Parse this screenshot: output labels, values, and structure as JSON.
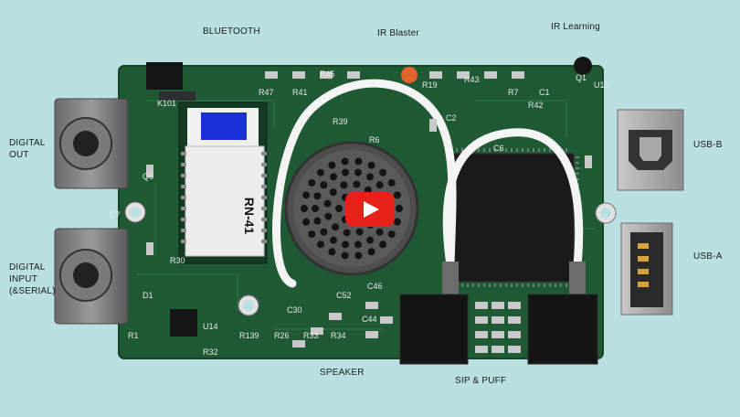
{
  "labels": {
    "bluetooth": "BLUETOOTH",
    "ir_blaster": "IR Blaster",
    "ir_learning": "IR Learning",
    "digital_out": "DIGITAL\nOUT",
    "digital_input": "DIGITAL\nINPUT\n(&SERIAL)",
    "usb_b": "USB-B",
    "usb_a": "USB-A",
    "speaker": "SPEAKER",
    "sip_puff": "SIP & PUFF"
  },
  "board": {
    "module_label": "RN-41",
    "silkscreen": [
      "K101",
      "R47",
      "R41",
      "R45",
      "R39",
      "R19",
      "R43",
      "R42",
      "R7",
      "C1",
      "C2",
      "Q1",
      "U10",
      "R6",
      "C6",
      "R30",
      "D1",
      "U14",
      "R32",
      "R26",
      "R33",
      "R34",
      "C52",
      "C46",
      "C44",
      "R139",
      "C30",
      "R1",
      "Q6",
      "C7"
    ]
  },
  "video": {
    "play_icon": "youtube-play-icon"
  },
  "colors": {
    "background": "#b9dfe0",
    "pcb": "#1f5a34",
    "play_red": "#e62117"
  }
}
